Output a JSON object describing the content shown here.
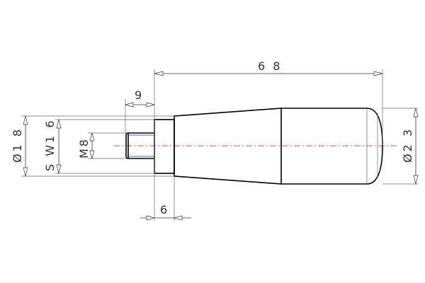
{
  "drawing": {
    "type": "technical-drawing",
    "subject": "cylindrical handle with threaded stud",
    "colors": {
      "outline": "#000000",
      "centerline": "#e05050",
      "thread": "#4a6fb5",
      "dimension": "#333333"
    },
    "dimensions": {
      "overall_length": "68",
      "stud_length": "9",
      "collar_width": "6",
      "collar_diameter": "Ø18",
      "wrench_flat": "SW16",
      "thread": "M8",
      "grip_diameter": "Ø23"
    },
    "labels": {
      "overall_length": "6 8",
      "stud_length": "9",
      "collar_width": "6",
      "collar_diameter": "Ø1 8",
      "wrench_flat": "S W1 6",
      "thread": "M8",
      "grip_diameter": "Ø2 3"
    }
  }
}
